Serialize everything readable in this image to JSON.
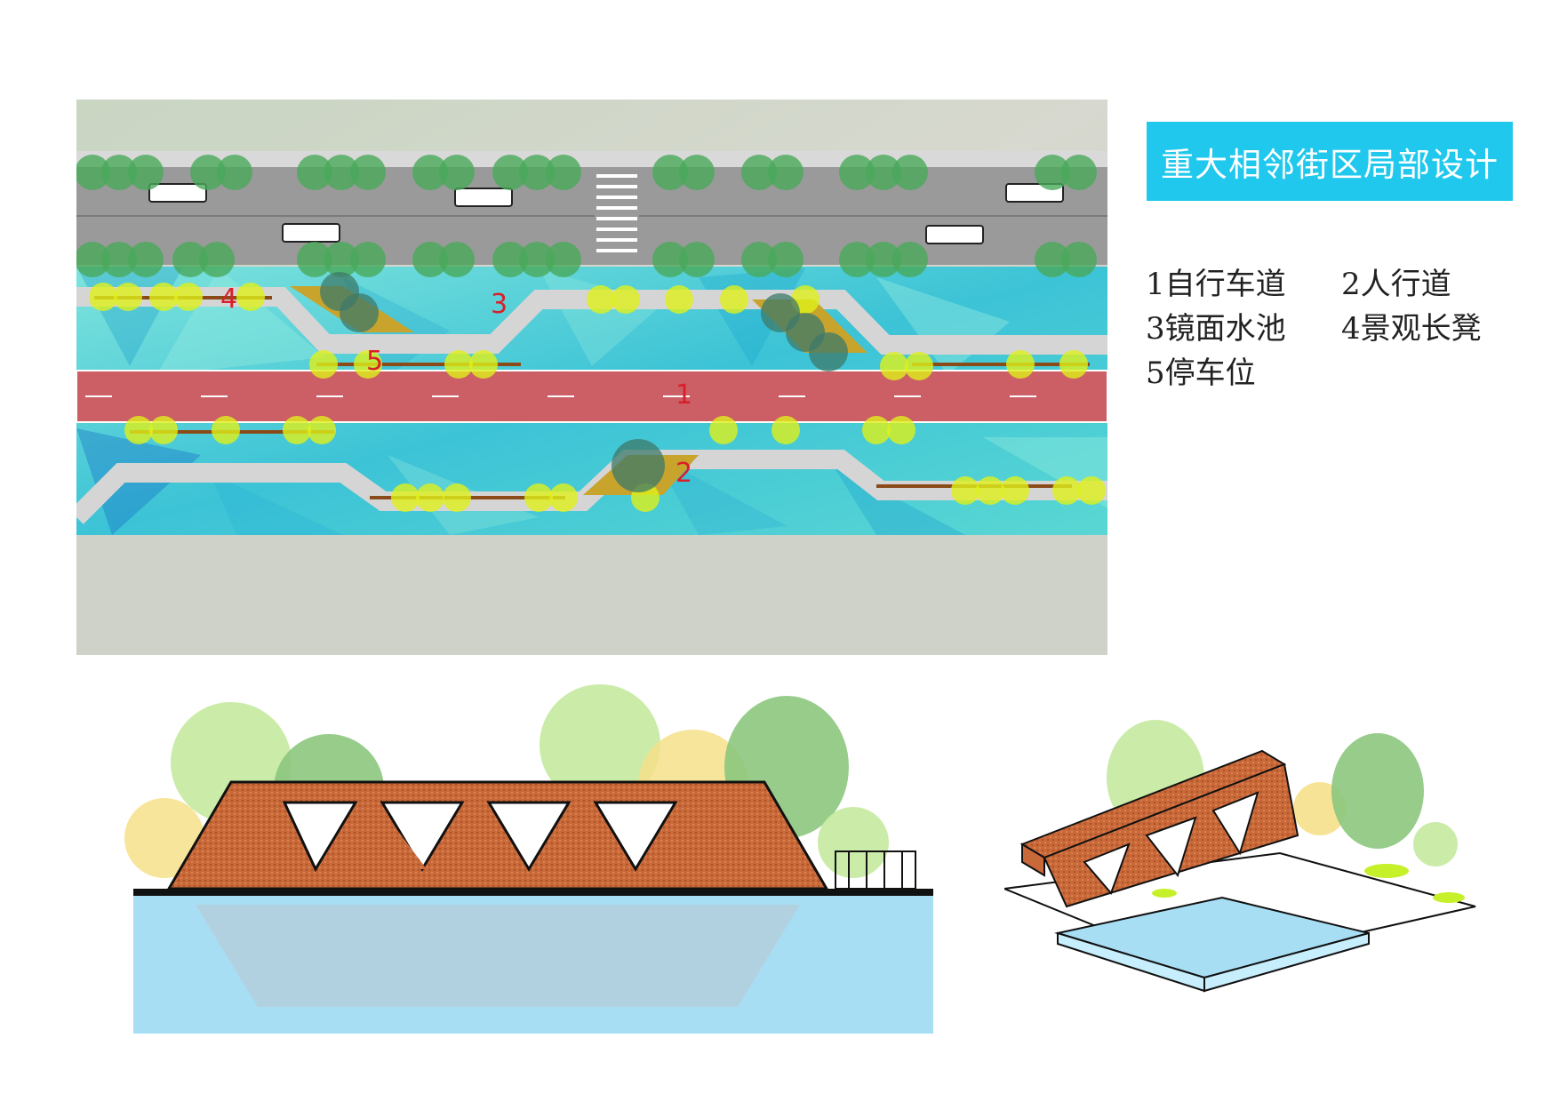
{
  "title": "重大相邻街区局部设计",
  "legend": {
    "items": [
      {
        "num": "1",
        "text": "1自行车道"
      },
      {
        "num": "2",
        "text": "2人行道"
      },
      {
        "num": "3",
        "text": "3镜面水池"
      },
      {
        "num": "4",
        "text": "4景观长凳"
      },
      {
        "num": "5",
        "text": "5停车位"
      }
    ]
  },
  "plan_markers": [
    "1",
    "2",
    "3",
    "4",
    "5"
  ],
  "colors": {
    "title_bg": "#20c8ee",
    "bike_lane": "#cc5e66",
    "road": "#9a9a9a",
    "water": "#5fd0d6",
    "marker": "#d8202a",
    "bridge": "#c9693a",
    "reflect_pool": "#a8def4"
  }
}
